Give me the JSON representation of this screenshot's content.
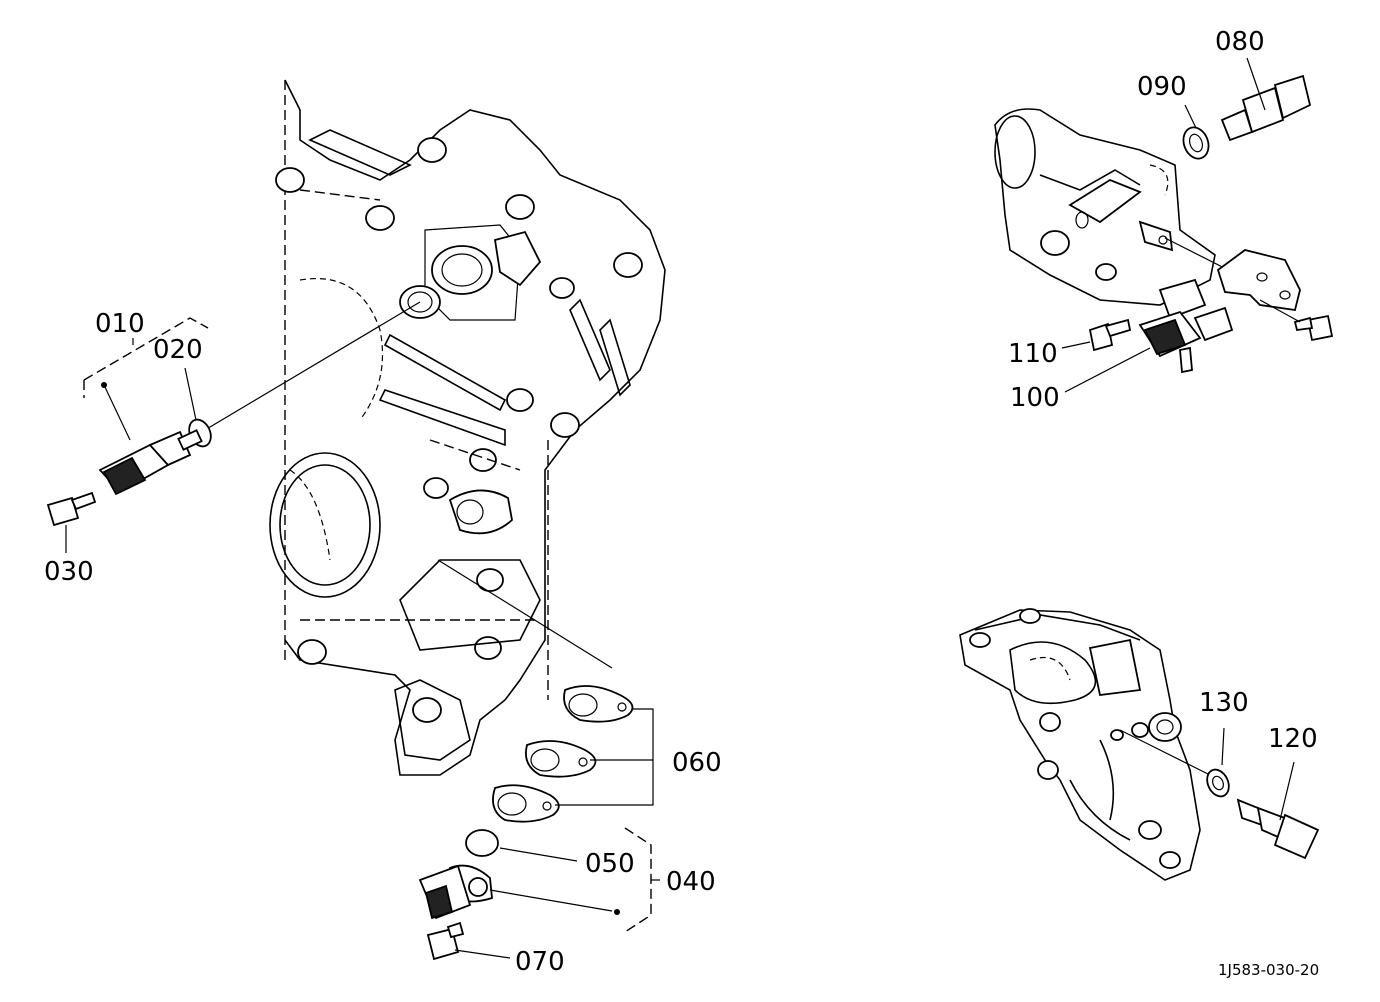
{
  "callouts": {
    "p010": "010",
    "p020": "020",
    "p030": "030",
    "p040": "040",
    "p050": "050",
    "p060": "060",
    "p070": "070",
    "p080": "080",
    "p090": "090",
    "p100": "100",
    "p110": "110",
    "p120": "120",
    "p130": "130"
  },
  "drawing_code": "1J583-030-20"
}
